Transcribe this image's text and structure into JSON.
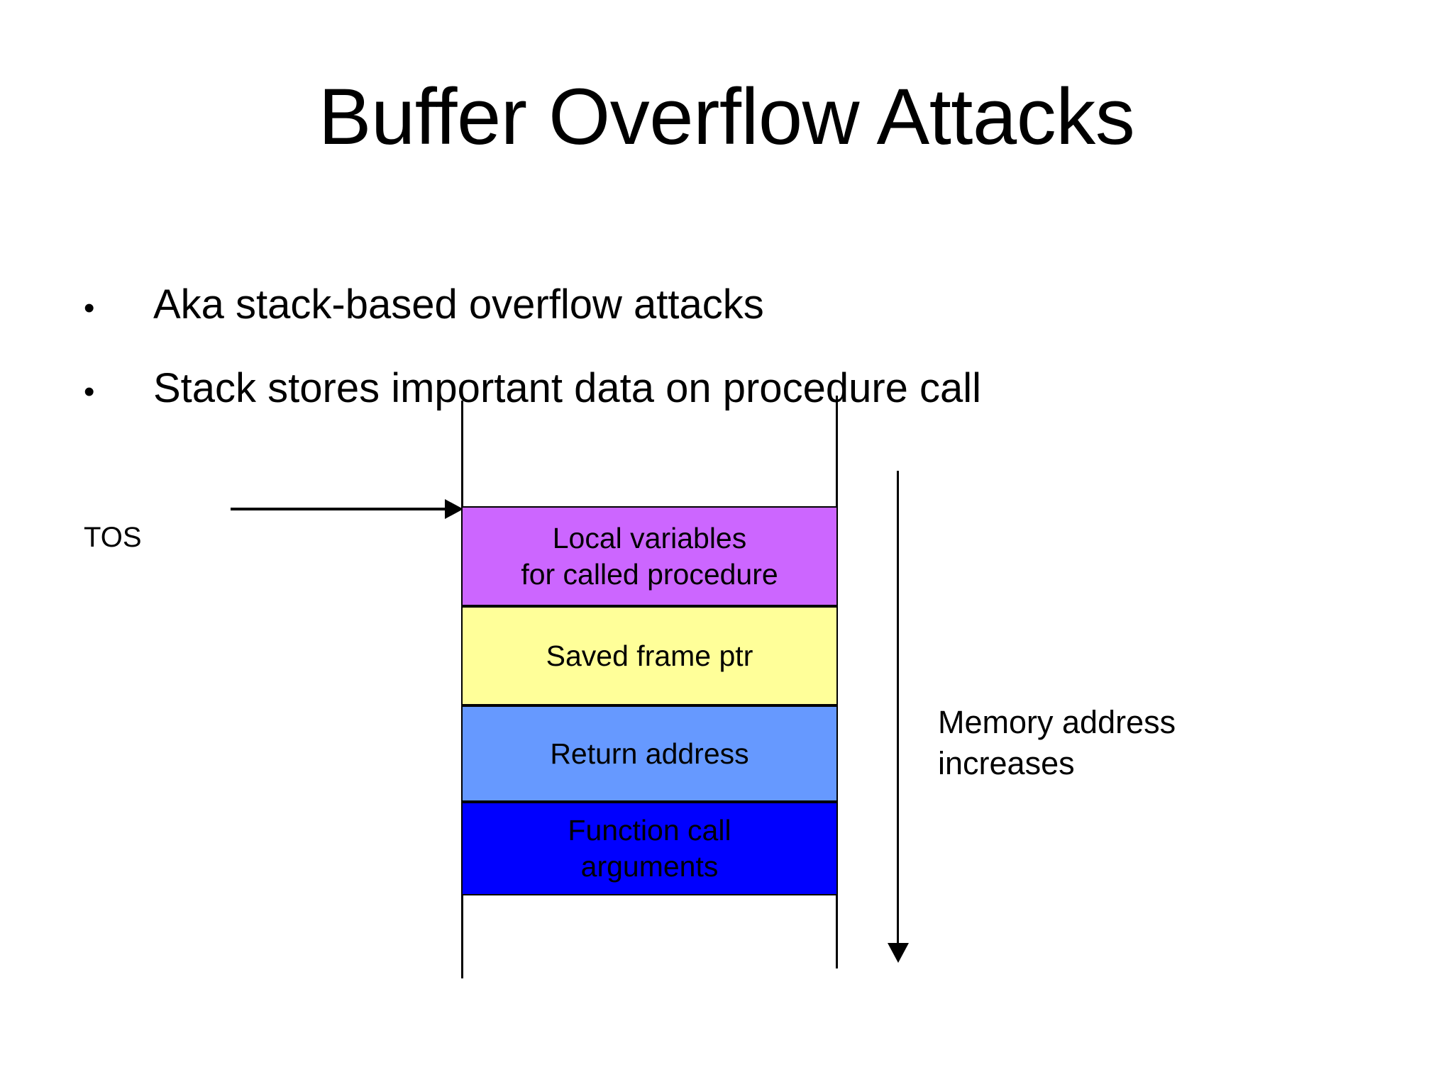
{
  "slide": {
    "title": "Buffer Overflow Attacks",
    "background_color": "#FFFFFF",
    "text_color": "#000000",
    "bullets": [
      {
        "marker": "•",
        "text": "Aka stack-based overflow attacks"
      },
      {
        "marker": "•",
        "text": "Stack stores important data on procedure call"
      }
    ]
  },
  "diagram": {
    "name": "call-stack-frame-layout",
    "tos_label": "TOS",
    "memory_direction_caption": {
      "line1": "Memory address",
      "line2": "increases"
    },
    "blocks": [
      {
        "id": "local-variables",
        "line1": "Local variables",
        "line2": "for called procedure",
        "color": "#CC66FF"
      },
      {
        "id": "saved-frame-ptr",
        "line1": "Saved frame ptr",
        "line2": "",
        "color": "#FFFF99"
      },
      {
        "id": "return-address",
        "line1": "Return address",
        "line2": "",
        "color": "#6699FF"
      },
      {
        "id": "function-call-arguments",
        "line1": "Function call",
        "line2": "arguments",
        "color": "#0000FF"
      }
    ],
    "border_color": "#000000"
  }
}
